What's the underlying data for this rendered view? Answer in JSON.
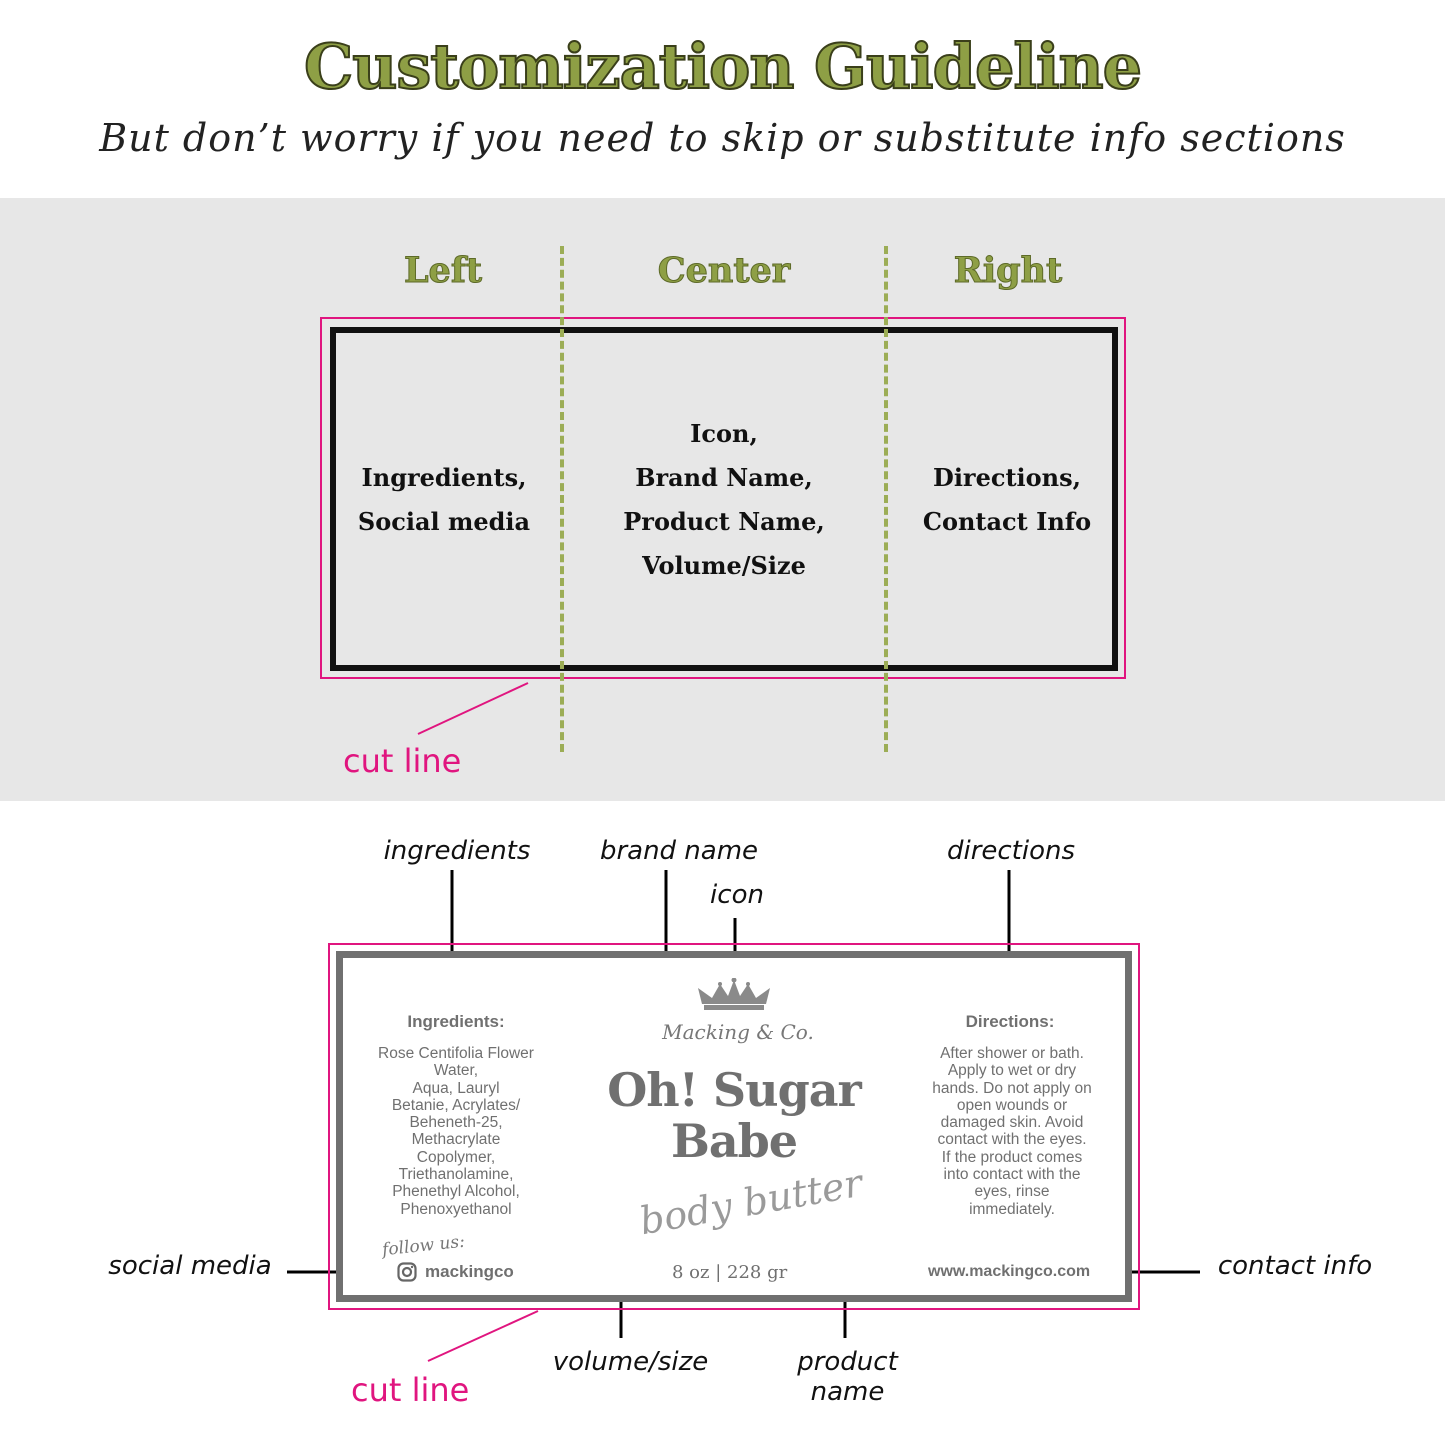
{
  "header": {
    "title": "Customization Guideline",
    "subtitle": "But don’t worry if you need to skip or substitute info sections"
  },
  "layout_diagram": {
    "columns": [
      {
        "heading": "Left",
        "lines": [
          "Ingredients,",
          "Social media"
        ]
      },
      {
        "heading": "Center",
        "lines": [
          "Icon,",
          "Brand Name,",
          "Product Name,",
          "Volume/Size"
        ]
      },
      {
        "heading": "Right",
        "lines": [
          "Directions,",
          "Contact Info"
        ]
      }
    ],
    "cut_line_label": "cut line"
  },
  "sample_label": {
    "ingredients_heading": "Ingredients:",
    "ingredients_lines": [
      "Rose Centifolia Flower",
      "Water,",
      "Aqua, Lauryl",
      "Betanie, Acrylates/",
      "Beheneth-25,",
      "Methacrylate",
      "Copolymer,",
      "Triethanolamine,",
      "Phenethyl Alcohol,",
      "Phenoxyethanol"
    ],
    "follow_us": "follow us:",
    "social_handle": "mackingco",
    "brand_name": "Macking & Co.",
    "product_line1": "Oh! Sugar",
    "product_line2": "Babe",
    "product_script": "body butter",
    "volume": "8 oz | 228 gr",
    "directions_heading": "Directions:",
    "directions_lines": [
      "After shower or bath.",
      "Apply to wet or dry",
      "hands. Do not apply on",
      "open wounds or",
      "damaged skin. Avoid",
      "contact with the eyes.",
      "If the product comes",
      "into contact with the",
      "eyes, rinse",
      "immediately."
    ],
    "website": "www.mackingco.com"
  },
  "annotations": {
    "ingredients": "ingredients",
    "brand_name": "brand name",
    "icon": "icon",
    "directions": "directions",
    "social_media": "social media",
    "contact_info": "contact info",
    "volume_size": "volume/size",
    "product_name_line1": "product",
    "product_name_line2": "name",
    "cut_line": "cut line"
  },
  "colors": {
    "accent_green": "#8e9f45",
    "cut_line_pink": "#e0157f",
    "label_gray": "#707070",
    "band_gray": "#e7e7e7"
  }
}
